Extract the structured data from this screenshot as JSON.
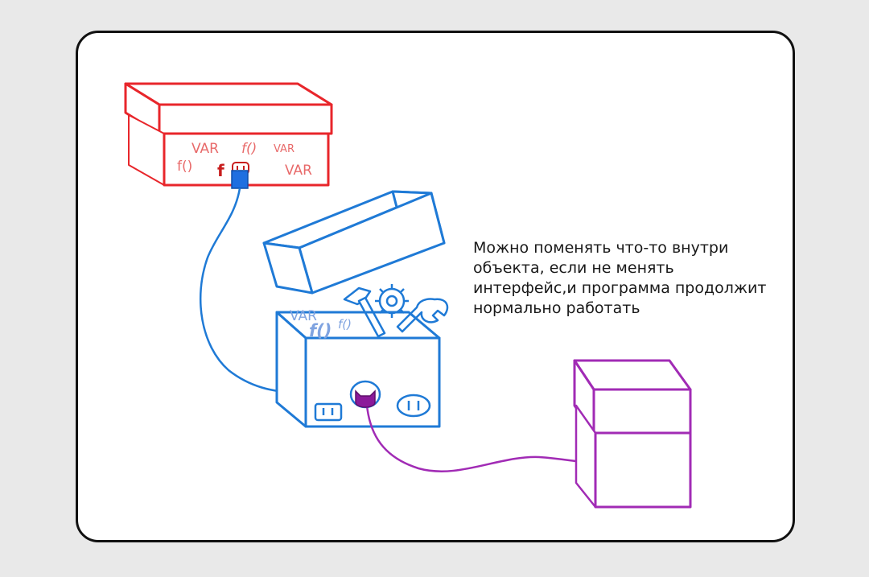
{
  "caption": "Можно поменять что-то внутри объекта, если не менять интерфейс,и программа продолжит нормально работать",
  "red_box": {
    "labels": [
      "VAR",
      "f()",
      "VAR",
      "f()",
      "f",
      "VAR"
    ],
    "color": "#e8262b",
    "text_color": "#e86a6a"
  },
  "blue_box": {
    "labels": [
      "VAR",
      "f()",
      "f()"
    ],
    "color": "#1f7ad6",
    "text_color": "#7fa3e0"
  },
  "purple_box": {
    "color": "#a12bb5"
  },
  "connectors": {
    "blue_plug_color": "#1f6fe0",
    "purple_plug_color": "#8b1a9a"
  }
}
